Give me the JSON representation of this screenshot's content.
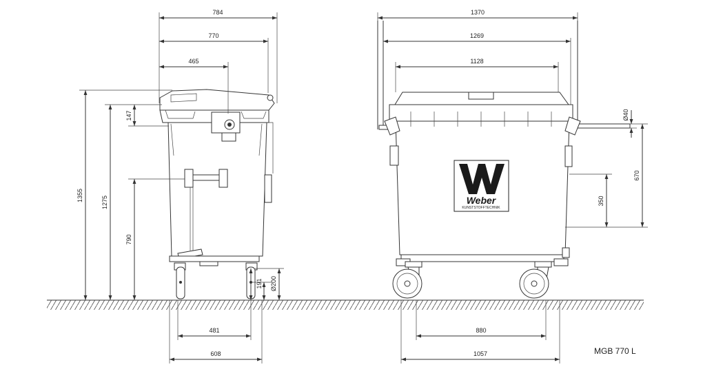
{
  "side_view": {
    "width_top": "784",
    "width_body": "770",
    "width_lid_hinge": "465",
    "height_total": "1355",
    "height_body": "1275",
    "height_lid": "147",
    "height_pedal": "790",
    "height_axle": "191",
    "wheel_diameter": "Ø200",
    "track_width": "481",
    "base_width": "608"
  },
  "front_view": {
    "width_total": "1370",
    "width_lid": "1269",
    "width_top": "1128",
    "pin_diameter": "Ø40",
    "height_pin": "670",
    "height_rail": "350",
    "wheelbase": "880",
    "base_width": "1057"
  },
  "logo": {
    "brand": "Weber",
    "subtitle": "KUNSTSTOFFTECHNIK"
  },
  "model_label": "MGB 770 L"
}
